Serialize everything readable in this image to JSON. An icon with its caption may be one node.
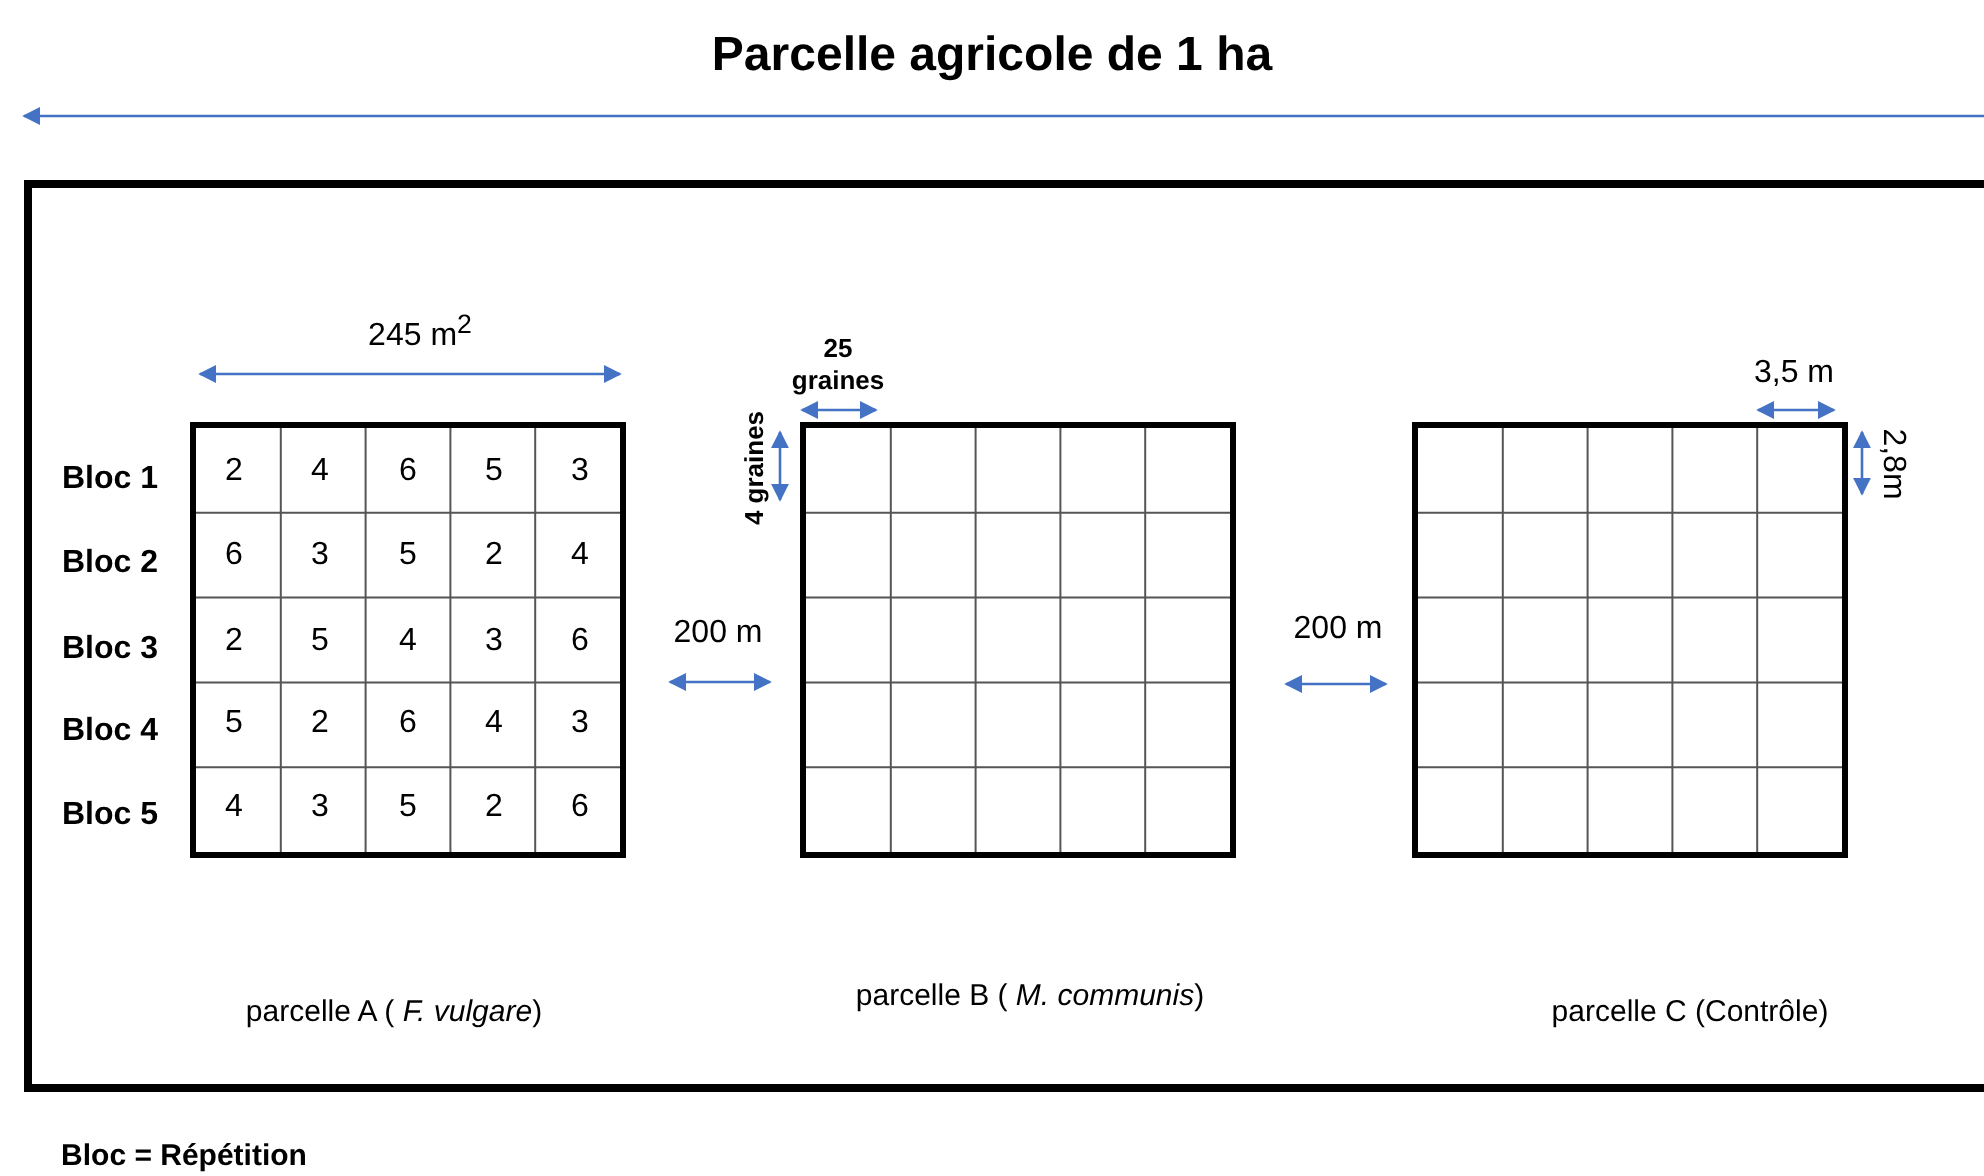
{
  "diagram": {
    "title": "Parcelle agricole de 1 ha",
    "nodes": [
      {
        "text": [],
        "shape": "box"
      },
      {
        "text": [],
        "shape": "box",
        "in": 0
      },
      {
        "text": [],
        "shape": "box",
        "in": 0
      },
      {
        "text": [],
        "shape": "box",
        "in": 0
      }
    ],
    "labels": [
      "245 m$^{2}$",
      "25 graines",
      "3,5 m",
      "4 graines",
      "2,8m",
      "Bloc 1",
      "2",
      "4",
      "6",
      "5",
      "3",
      "Bloc 2",
      "6",
      "3",
      "5",
      "2",
      "4",
      "Bloc 3",
      "2",
      "5",
      "4",
      "3",
      "6",
      "Bloc 4",
      "5",
      "2",
      "6",
      "4",
      "3",
      "Bloc 5",
      "4",
      "3",
      "5",
      "2",
      "6",
      "200 m",
      "200 m",
      "parcelle A  ( *F. vulgare*)",
      "parcelle B ( *M. communis*)",
      "parcelle C (Contrôle)",
      "Bloc = Répétition"
    ]
  }
}
